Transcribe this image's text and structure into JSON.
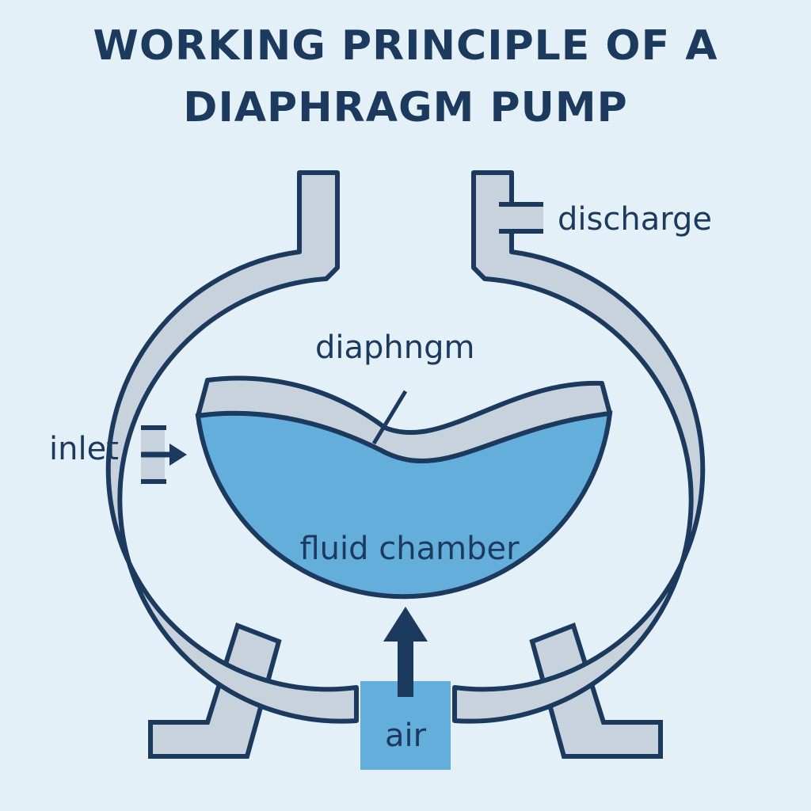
{
  "title": {
    "line1": "WORKING PRINCIPLE OF A",
    "line2": "DIAPHRAGM PUMP"
  },
  "labels": {
    "discharge": "discharge",
    "diaphragm": "diaphngm",
    "inlet": "inlet",
    "fluid_chamber": "fluid chamber",
    "air": "air"
  },
  "colors": {
    "background": "#e4f0f8",
    "outline": "#1c3a5e",
    "housing": "#c8d2dc",
    "fluid": "#64aedc",
    "air_duct": "#64aedc"
  }
}
